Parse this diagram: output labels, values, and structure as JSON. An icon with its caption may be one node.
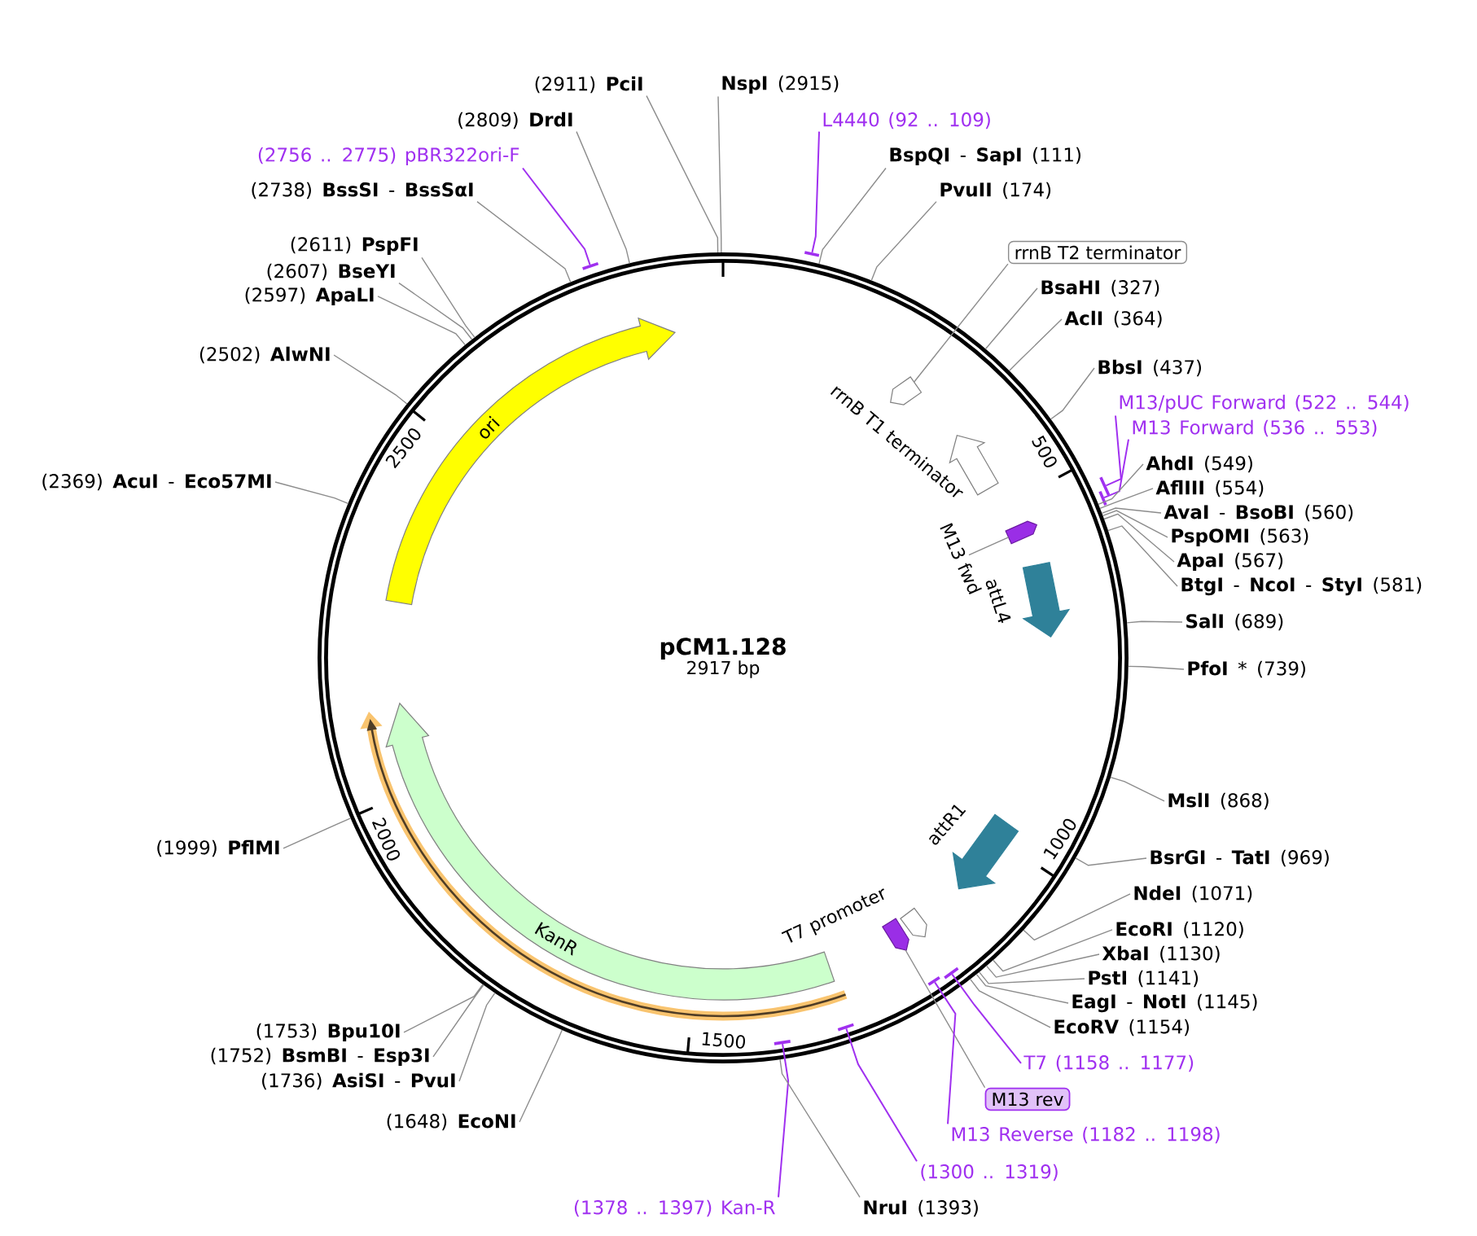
{
  "diagram": {
    "nodes": [
      {
        "text": [
          "pCM1.128",
          "2917 bp"
        ]
      },
      {
        "text": [
          "ori"
        ],
        "in": 0
      },
      {
        "text": [
          "KanR"
        ],
        "in": 0
      },
      {
        "text": [],
        "shape": "arrow",
        "in": 0
      },
      {
        "text": [],
        "shape": "arrow",
        "in": 0
      },
      {
        "text": [],
        "shape": "arrow",
        "beside": [
          "rrnB T1 terminator"
        ],
        "in": 0
      },
      {
        "text": [],
        "shape": "arrow",
        "in": 0
      },
      {
        "text": [
          "M13 fwd"
        ],
        "in": 0
      },
      {
        "text": [],
        "shape": "arrow",
        "beside": [
          "attL4"
        ],
        "in": 0
      },
      {
        "text": [],
        "shape": "arrow",
        "beside": [
          "attR1"
        ],
        "in": 0
      },
      {
        "text": [],
        "shape": "arrow",
        "in": 0
      },
      {
        "text": [],
        "shape": "arrow",
        "in": 0
      },
      {
        "text": [
          "(2911) **PciI**"
        ]
      },
      {
        "text": [
          "**NspI** (2915)"
        ]
      },
      {
        "text": [
          "(2809) **DrdI**"
        ]
      },
      {
        "text": [
          "L4440 (92 .. 109)"
        ]
      },
      {
        "text": [
          "(2756 .. 2775) pBR322ori-F"
        ]
      },
      {
        "text": [
          "**BspQI** - **SapI** (111)"
        ]
      },
      {
        "text": [
          "(2738) **BssSI** - **BssSαI**"
        ]
      },
      {
        "text": [
          "**PvuII** (174)"
        ]
      },
      {
        "text": [
          "(2611) **PspFI**"
        ]
      },
      {
        "text": [
          "rrnB T2 terminator"
        ]
      },
      {
        "text": [
          "(2607) **BseYI**"
        ]
      },
      {
        "text": [
          "**BsaHI** (327)"
        ]
      },
      {
        "text": [
          "(2597) **ApaLI**"
        ]
      },
      {
        "text": [
          "**AclI** (364)"
        ]
      },
      {
        "text": [
          "(2502) **AlwNI**"
        ]
      },
      {
        "text": [
          "**BbsI** (437)"
        ]
      },
      {
        "text": [
          "M13/pUC Forward (522 .. 544)"
        ]
      },
      {
        "text": [
          "M13 Forward (536 .. 553)"
        ]
      },
      {
        "text": [
          "**AhdI** (549)"
        ]
      },
      {
        "text": [
          "(2369) **AcuI** - **Eco57MI**"
        ]
      },
      {
        "text": [
          "**AflIII** (554)"
        ]
      },
      {
        "text": [
          "**AvaI** - **BsoBI** (560)"
        ]
      },
      {
        "text": [
          "**PspOMI** (563)"
        ]
      },
      {
        "text": [
          "**ApaI** (567)"
        ]
      },
      {
        "text": [
          "**BtgI** - **NcoI** - **StyI** (581)"
        ]
      },
      {
        "text": [
          "**SalI** (689)"
        ]
      },
      {
        "text": [
          "**PfoI** * (739)"
        ]
      },
      {
        "text": [
          "**MslI** (868)"
        ]
      },
      {
        "text": [
          "(1999) **PflMI**"
        ]
      },
      {
        "text": [
          "**BsrGI** - **TatI** (969)"
        ]
      },
      {
        "text": [
          "**NdeI** (1071)"
        ]
      },
      {
        "text": [
          "**EcoRI** (1120)"
        ]
      },
      {
        "text": [
          "**XbaI** (1130)"
        ]
      },
      {
        "text": [
          "**PstI** (1141)"
        ]
      },
      {
        "text": [
          "**EagI** - **NotI** (1145)"
        ]
      },
      {
        "text": [
          "(1753) **Bpu10I**"
        ]
      },
      {
        "text": [
          "**EcoRV** (1154)"
        ]
      },
      {
        "text": [
          "(1752) **BsmBI** - **Esp3I**"
        ]
      },
      {
        "text": [
          "T7 (1158 .. 1177)"
        ]
      },
      {
        "text": [
          "(1736) **AsiSI** - **PvuI**"
        ]
      },
      {
        "text": [
          "M13 rev"
        ]
      },
      {
        "text": [
          "(1648) **EcoNI**"
        ]
      },
      {
        "text": [
          "M13 Reverse (1182 .. 1198)"
        ]
      },
      {
        "text": [
          "(1300 .. 1319)"
        ]
      },
      {
        "text": [
          "(1378 .. 1397) Kan-R"
        ]
      },
      {
        "text": [
          "**NruI** (1393)"
        ]
      },
      {
        "text": [],
        "shape": "bar"
      },
      {
        "text": [],
        "shape": "bar"
      },
      {
        "text": [],
        "shape": "bar"
      },
      {
        "text": [],
        "shape": "bar"
      },
      {
        "text": [],
        "shape": "bar",
        "in": 0
      },
      {
        "text": [],
        "shape": "bar",
        "in": 0
      },
      {
        "text": [],
        "shape": "bar",
        "in": 0
      },
      {
        "text": [],
        "shape": "bar",
        "in": 0
      }
    ],
    "edges": [
      {
        "from": 7,
        "to": 6,
        "arrow": "none"
      },
      {
        "from": 12,
        "to": 0,
        "arrow": "none"
      },
      {
        "from": 13,
        "to": 0,
        "arrow": "none"
      },
      {
        "from": 14,
        "to": 0,
        "arrow": "none"
      },
      {
        "from": 15,
        "to": 58,
        "arrow": "none",
        "color": "#a030f0"
      },
      {
        "from": 16,
        "to": 59,
        "arrow": "none",
        "color": "#a030f0"
      },
      {
        "from": 17,
        "to": 0,
        "arrow": "none"
      },
      {
        "from": 18,
        "to": 0,
        "arrow": "none"
      },
      {
        "from": 19,
        "to": 0,
        "arrow": "none"
      },
      {
        "from": 20,
        "to": 0,
        "arrow": "none"
      },
      {
        "from": 21,
        "to": 4,
        "arrow": "none"
      },
      {
        "from": 22,
        "to": 0,
        "arrow": "none"
      },
      {
        "from": 23,
        "to": 0,
        "arrow": "none"
      },
      {
        "from": 24,
        "to": 0,
        "arrow": "none"
      },
      {
        "from": 25,
        "to": 0,
        "arrow": "none"
      },
      {
        "from": 26,
        "to": 0,
        "arrow": "none"
      },
      {
        "from": 27,
        "to": 0,
        "arrow": "none"
      },
      {
        "from": 28,
        "to": 60,
        "arrow": "none",
        "color": "#a030f0"
      },
      {
        "from": 29,
        "to": 61,
        "arrow": "none",
        "color": "#a030f0"
      },
      {
        "from": 30,
        "to": 0,
        "arrow": "none"
      },
      {
        "from": 31,
        "to": 0,
        "arrow": "none"
      },
      {
        "from": 32,
        "to": 0,
        "arrow": "none"
      },
      {
        "from": 33,
        "to": 0,
        "arrow": "none"
      },
      {
        "from": 34,
        "to": 0,
        "arrow": "none"
      },
      {
        "from": 35,
        "to": 0,
        "arrow": "none"
      },
      {
        "from": 36,
        "to": 0,
        "arrow": "none"
      },
      {
        "from": 37,
        "to": 0,
        "arrow": "none"
      },
      {
        "from": 38,
        "to": 0,
        "arrow": "none"
      },
      {
        "from": 39,
        "to": 0,
        "arrow": "none"
      },
      {
        "from": 40,
        "to": 0,
        "arrow": "none"
      },
      {
        "from": 41,
        "to": 0,
        "arrow": "none"
      },
      {
        "from": 42,
        "to": 0,
        "arrow": "none"
      },
      {
        "from": 43,
        "to": 0,
        "arrow": "none"
      },
      {
        "from": 44,
        "to": 0,
        "arrow": "none"
      },
      {
        "from": 45,
        "to": 0,
        "arrow": "none"
      },
      {
        "from": 46,
        "to": 0,
        "arrow": "none"
      },
      {
        "from": 47,
        "to": 0,
        "arrow": "none"
      },
      {
        "from": 48,
        "to": 0,
        "arrow": "none"
      },
      {
        "from": 49,
        "to": 0,
        "arrow": "none"
      },
      {
        "from": 50,
        "to": 62,
        "arrow": "none",
        "color": "#a030f0"
      },
      {
        "from": 51,
        "to": 0,
        "arrow": "none"
      },
      {
        "from": 52,
        "to": 11,
        "arrow": "none"
      },
      {
        "from": 53,
        "to": 0,
        "arrow": "none"
      },
      {
        "from": 54,
        "to": 63,
        "arrow": "none",
        "color": "#a030f0"
      },
      {
        "from": 55,
        "to": 64,
        "arrow": "none",
        "color": "#a030f0"
      },
      {
        "from": 56,
        "to": 65,
        "arrow": "none",
        "color": "#a030f0"
      },
      {
        "from": 57,
        "to": 0,
        "arrow": "none"
      }
    ],
    "labels": [
      "2500",
      "500",
      "2000",
      "1000",
      "T7 promoter",
      "1500"
    ]
  }
}
